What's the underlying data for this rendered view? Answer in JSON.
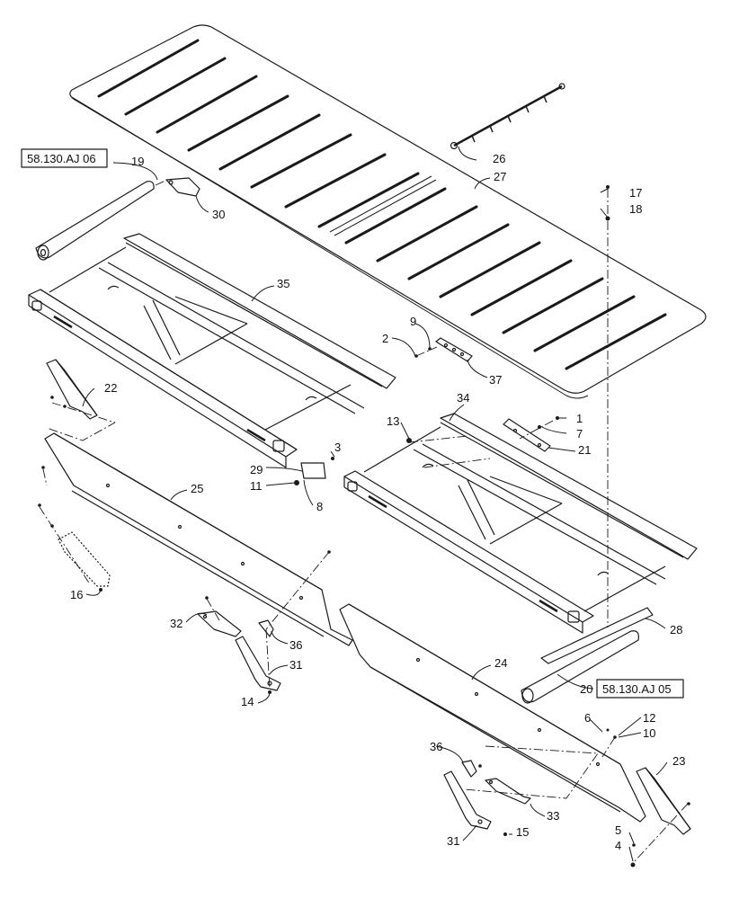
{
  "reference_boxes": [
    {
      "id": "ref-top",
      "text": "58.130.AJ 06"
    },
    {
      "id": "ref-bottom",
      "text": "58.130.AJ 05"
    }
  ],
  "callouts": {
    "c1": "1",
    "c2": "2",
    "c3": "3",
    "c4": "4",
    "c5": "5",
    "c6": "6",
    "c7": "7",
    "c8": "8",
    "c9": "9",
    "c10": "10",
    "c11": "11",
    "c12": "12",
    "c13": "13",
    "c14": "14",
    "c15": "15",
    "c16": "16",
    "c17": "17",
    "c18": "18",
    "c19": "19",
    "c20": "20",
    "c21": "21",
    "c22": "22",
    "c23": "23",
    "c24": "24",
    "c25": "25",
    "c26": "26",
    "c27": "27",
    "c28": "28",
    "c29": "29",
    "c30": "30",
    "c31a": "31",
    "c31b": "31",
    "c32": "32",
    "c33": "33",
    "c34": "34",
    "c35": "35",
    "c36a": "36",
    "c36b": "36",
    "c37": "37"
  },
  "colors": {
    "line": "#1a1a1a",
    "background": "#ffffff"
  }
}
